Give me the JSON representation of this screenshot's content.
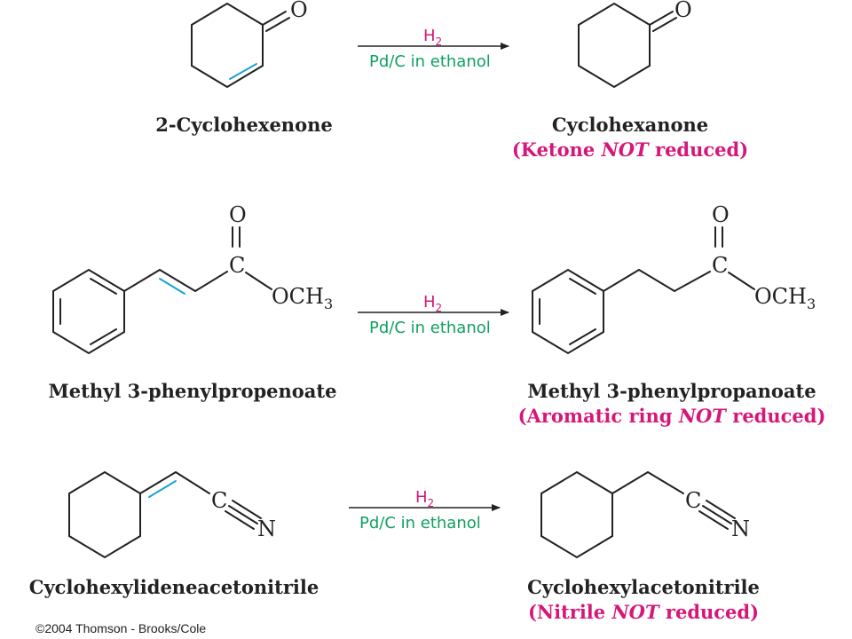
{
  "colors": {
    "highlight": "#1aa3d6",
    "reagent": "#d6177a",
    "conditions": "#10a060",
    "note": "#d6177a",
    "ink": "#222222"
  },
  "atoms": {
    "oxygen": "O",
    "carbon": "C",
    "nitrogen": "N",
    "methoxy": "OCH",
    "methoxy_sub": "3"
  },
  "reactions": [
    {
      "reactant_name": "2-Cyclohexenone",
      "product_name": "Cyclohexanone",
      "note": {
        "before": "(Ketone ",
        "emphasis": "NOT",
        "after": " reduced)"
      },
      "reagent": {
        "symbol": "H",
        "subscript": "2"
      },
      "conditions": "Pd/C in ethanol"
    },
    {
      "reactant_name": "Methyl 3-phenylpropenoate",
      "product_name": "Methyl 3-phenylpropanoate",
      "note": {
        "before": "(Aromatic ring ",
        "emphasis": "NOT",
        "after": " reduced)"
      },
      "reagent": {
        "symbol": "H",
        "subscript": "2"
      },
      "conditions": "Pd/C in ethanol"
    },
    {
      "reactant_name": "Cyclohexylideneacetonitrile",
      "product_name": "Cyclohexylacetonitrile",
      "note": {
        "before": "(Nitrile ",
        "emphasis": "NOT",
        "after": " reduced)"
      },
      "reagent": {
        "symbol": "H",
        "subscript": "2"
      },
      "conditions": "Pd/C in ethanol"
    }
  ],
  "copyright": "©2004 Thomson - Brooks/Cole"
}
